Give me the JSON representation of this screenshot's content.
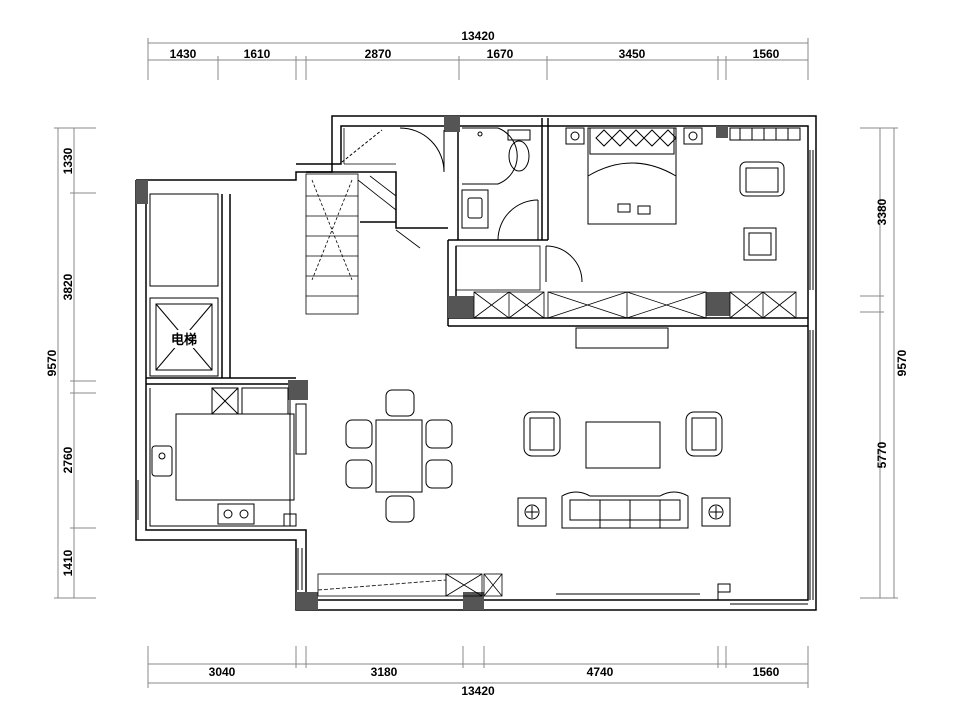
{
  "dimensions": {
    "top_total": "13420",
    "top_segments": [
      "1430",
      "1610",
      "2870",
      "1670",
      "3450",
      "1560"
    ],
    "bottom_total": "13420",
    "bottom_segments": [
      "3040",
      "3180",
      "4740",
      "1560"
    ],
    "left_total": "9570",
    "left_segments": [
      "1330",
      "3820",
      "2760",
      "1410"
    ],
    "right_total": "9570",
    "right_segments": [
      "3380",
      "5770"
    ]
  },
  "rooms": {
    "elevator_label": "电梯"
  },
  "colors": {
    "line": "#000000",
    "column": "#555555",
    "dim_line": "#888888",
    "furniture": "#333333"
  }
}
